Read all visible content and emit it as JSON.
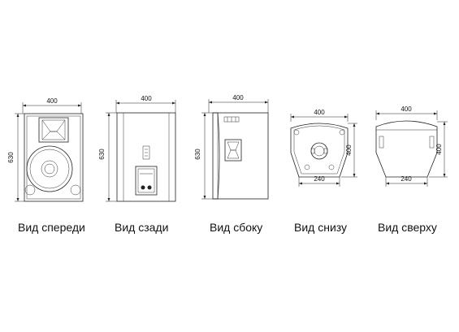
{
  "views": [
    {
      "id": "front",
      "label": "Вид спереди",
      "width_dim": "400",
      "height_dim": "630"
    },
    {
      "id": "rear",
      "label": "Вид сзади",
      "width_dim": "400",
      "height_dim": "630"
    },
    {
      "id": "side",
      "label": "Вид сбоку",
      "width_dim": "400",
      "height_dim": "630"
    },
    {
      "id": "bottom",
      "label": "Вид снизу",
      "width_dim": "400",
      "height_dim": "400",
      "base_dim": "240"
    },
    {
      "id": "top",
      "label": "Вид сверху",
      "width_dim": "400",
      "height_dim": "400",
      "base_dim": "240"
    }
  ]
}
